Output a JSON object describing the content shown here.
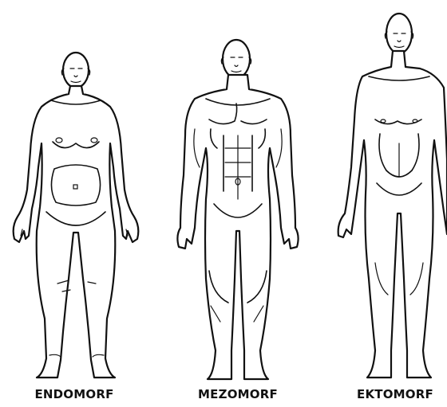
{
  "figures": [
    {
      "label": "ENDOMORF",
      "icon": "endomorph-body-icon"
    },
    {
      "label": "MEZOMORF",
      "icon": "mesomorph-body-icon"
    },
    {
      "label": "EKTOMORF",
      "icon": "ectomorph-body-icon"
    }
  ],
  "colors": {
    "line": "#111111",
    "background": "#ffffff"
  }
}
